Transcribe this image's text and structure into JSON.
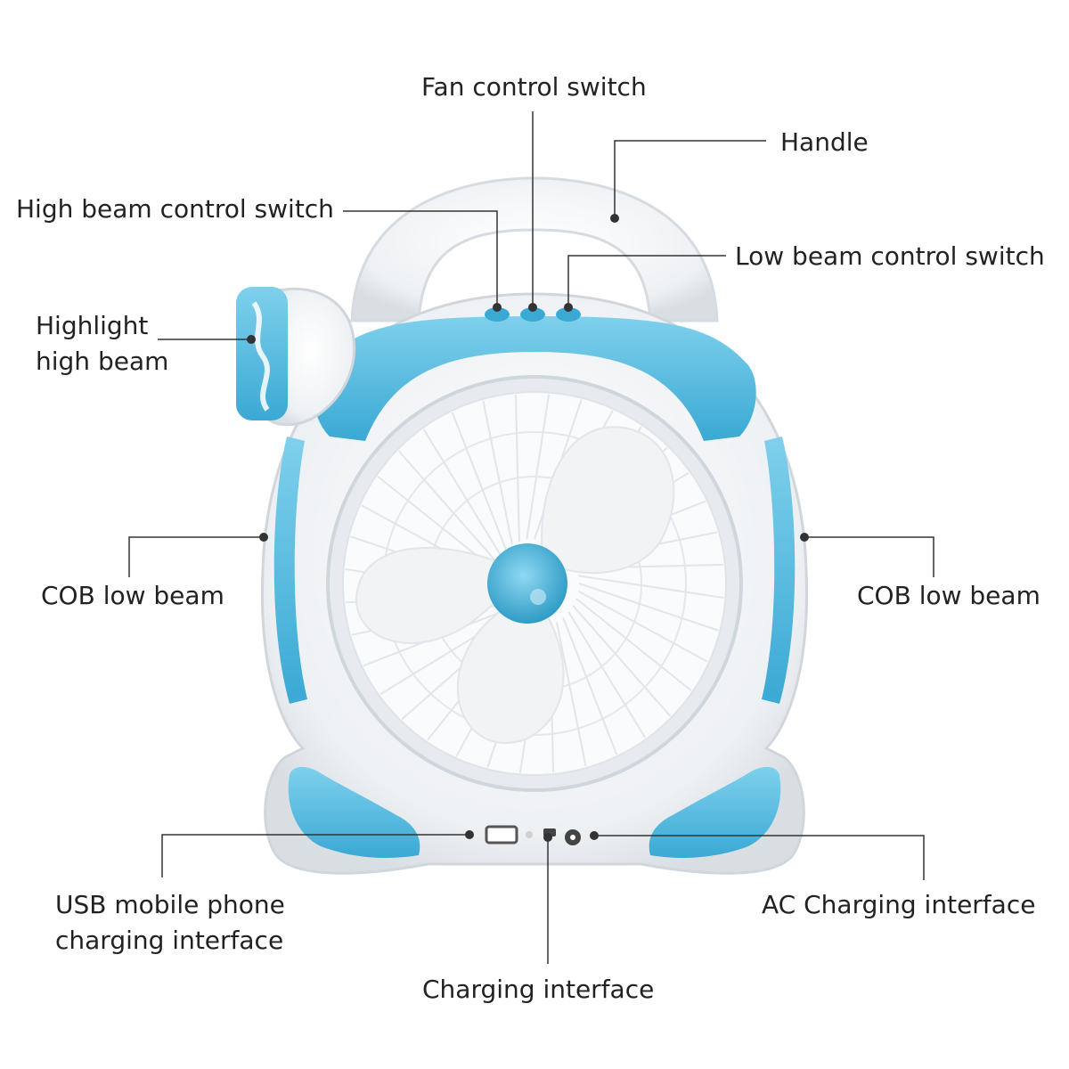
{
  "colors": {
    "accent": "#4fb8dc",
    "accent_dark": "#2f9cc6",
    "body": "#f4f6f8",
    "leader": "#333333"
  },
  "labels": {
    "fan_control_switch": "Fan control switch",
    "handle": "Handle",
    "high_beam_control_switch": "High beam control switch",
    "low_beam_control_switch": "Low beam control switch",
    "highlight_high_beam": [
      "Highlight",
      "high beam"
    ],
    "cob_low_beam_left": "COB low beam",
    "cob_low_beam_right": "COB low beam",
    "usb_charging_interface": [
      "USB mobile phone",
      "charging interface"
    ],
    "charging_interface": "Charging interface",
    "ac_charging_interface": "AC Charging interface"
  }
}
